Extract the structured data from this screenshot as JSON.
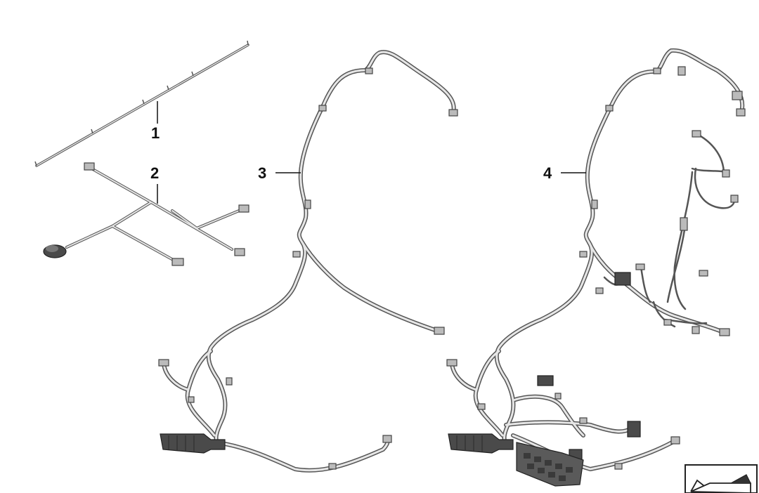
{
  "diagram": {
    "callouts": [
      {
        "label": "1",
        "part": "thin-wire"
      },
      {
        "label": "2",
        "part": "small-harness"
      },
      {
        "label": "3",
        "part": "seat-harness-basic"
      },
      {
        "label": "4",
        "part": "seat-harness-full"
      }
    ],
    "colors": {
      "wire_outline": "#555555",
      "wire_fill": "#e6e6e6",
      "connector_dark": "#4a4a4a",
      "connector_light": "#cfcfcf",
      "leader_line": "#111111",
      "label_text": "#111111"
    },
    "icons": [
      "harness-icon",
      "corner-symbol-icon"
    ]
  }
}
